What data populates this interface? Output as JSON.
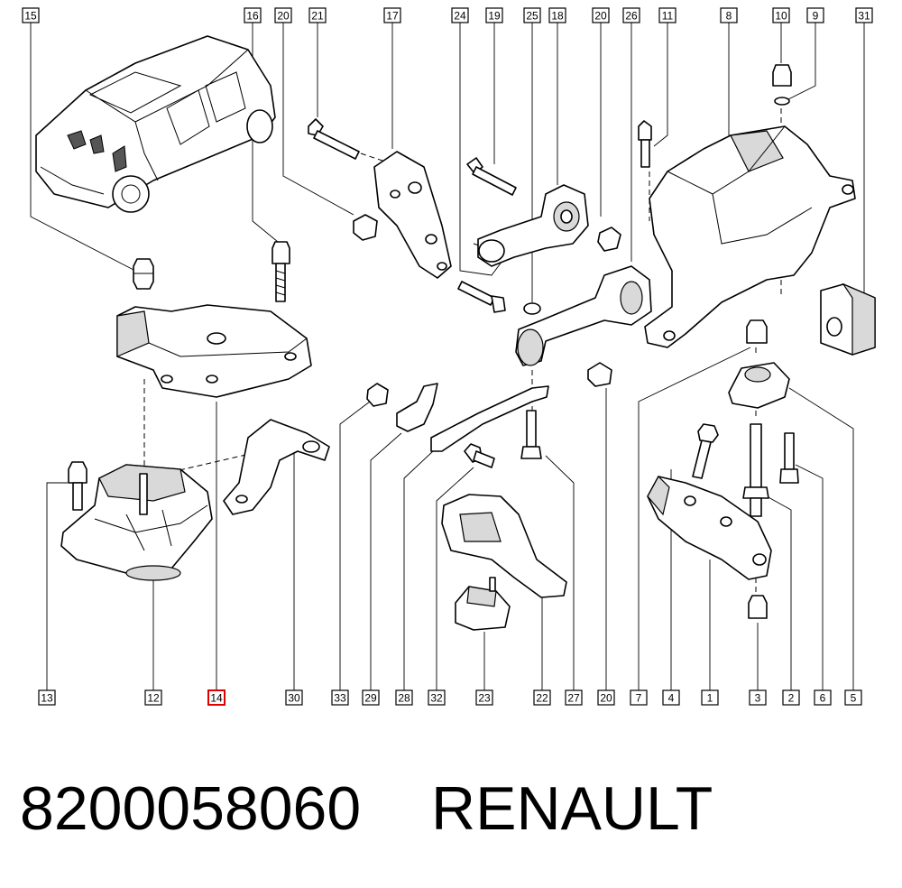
{
  "callouts_top": [
    "15",
    "16",
    "20",
    "21",
    "17",
    "24",
    "19",
    "25",
    "18",
    "20",
    "26",
    "11",
    "8",
    "10",
    "9",
    "31"
  ],
  "callouts_bottom": [
    "13",
    "12",
    "14",
    "30",
    "33",
    "29",
    "28",
    "32",
    "23",
    "22",
    "27",
    "20",
    "7",
    "4",
    "1",
    "3",
    "2",
    "6",
    "5"
  ],
  "highlighted_callout": "14",
  "footer": {
    "part_number": "8200058060",
    "brand": "RENAULT"
  },
  "colors": {
    "line": "#000000",
    "highlight": "#e00000"
  }
}
